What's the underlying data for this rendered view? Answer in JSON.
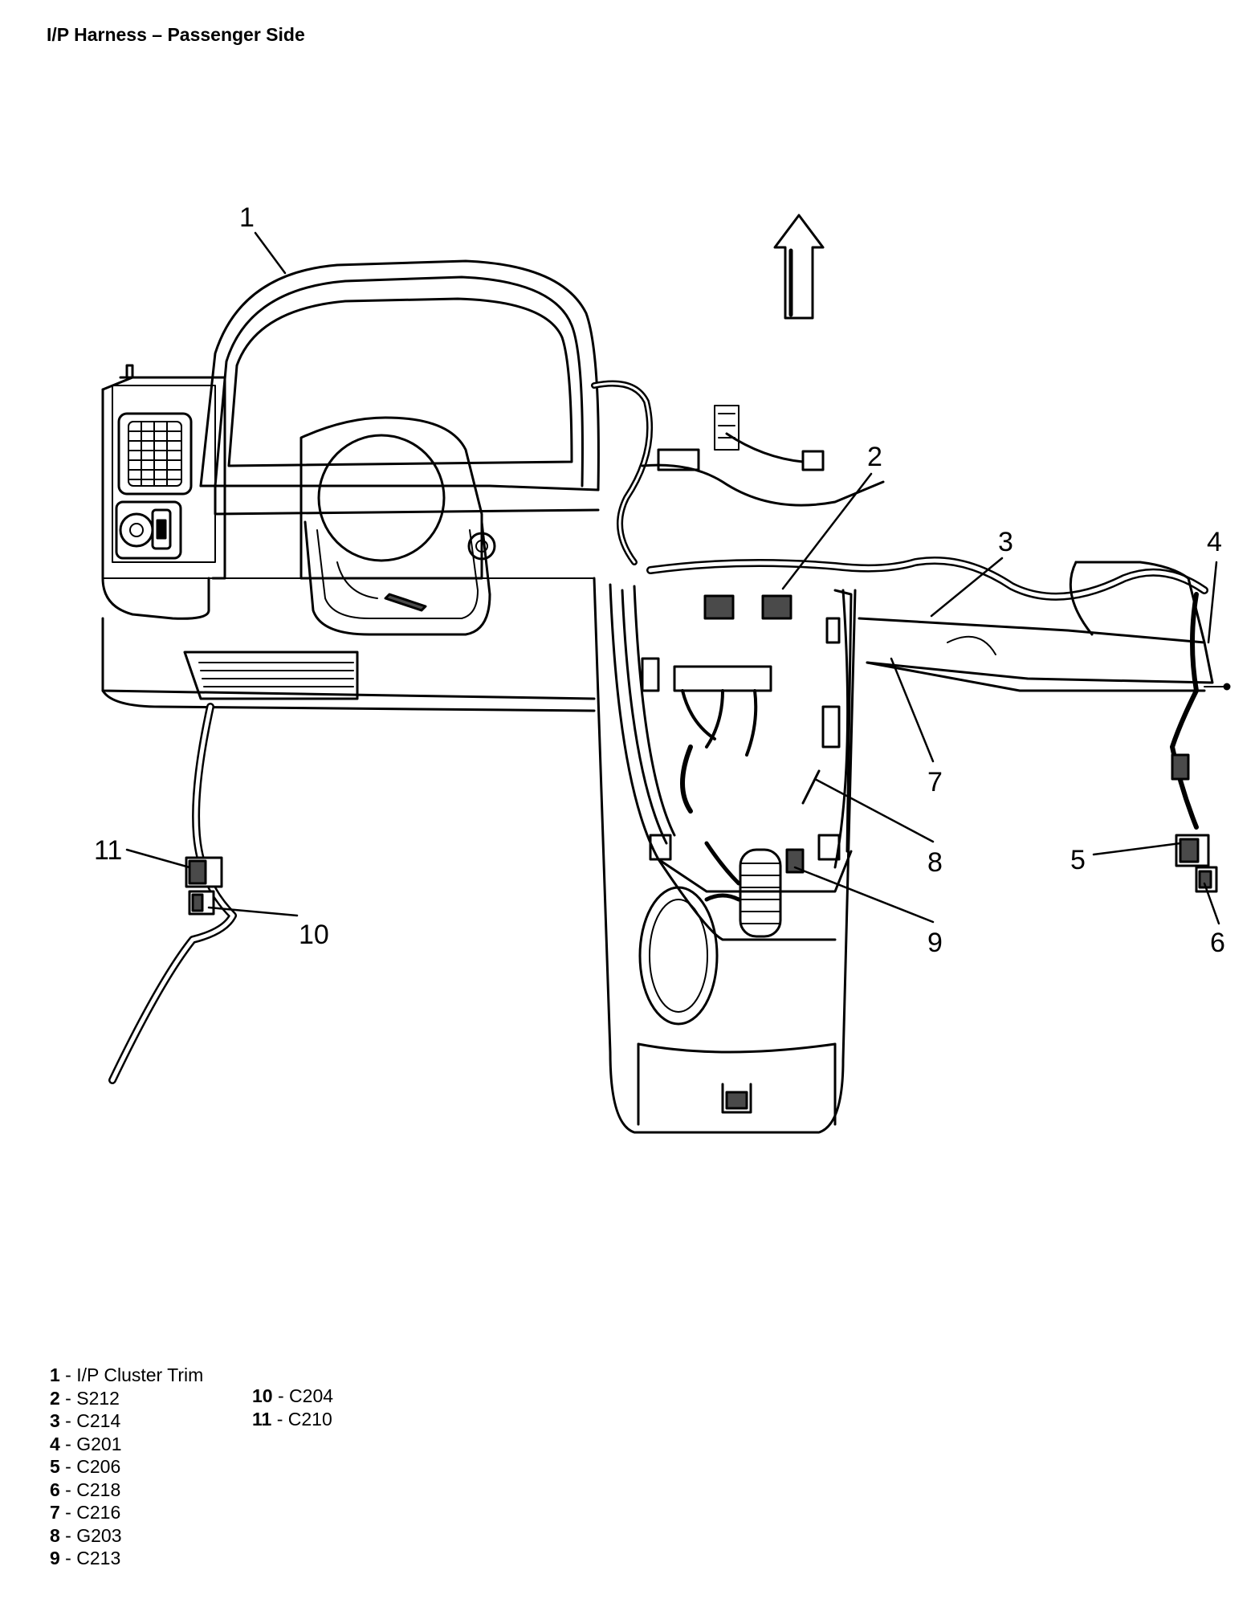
{
  "title": "I/P Harness – Passenger Side",
  "callouts": [
    {
      "num": "1"
    },
    {
      "num": "2"
    },
    {
      "num": "3"
    },
    {
      "num": "4"
    },
    {
      "num": "5"
    },
    {
      "num": "6"
    },
    {
      "num": "7"
    },
    {
      "num": "8"
    },
    {
      "num": "9"
    },
    {
      "num": "10"
    },
    {
      "num": "11"
    }
  ],
  "legend": {
    "col1": [
      {
        "num": "1",
        "sep": " - ",
        "label": "I/P Cluster Trim"
      },
      {
        "num": "2",
        "sep": " - ",
        "label": "S212"
      },
      {
        "num": "3",
        "sep": " - ",
        "label": "C214"
      },
      {
        "num": "4",
        "sep": " - ",
        "label": "G201"
      },
      {
        "num": "5",
        "sep": " - ",
        "label": "C206"
      },
      {
        "num": "6",
        "sep": " - ",
        "label": "C218"
      },
      {
        "num": "7",
        "sep": " - ",
        "label": "C216"
      },
      {
        "num": "8",
        "sep": " - ",
        "label": "G203"
      },
      {
        "num": "9",
        "sep": " - ",
        "label": "C213"
      }
    ],
    "col2": [
      {
        "num": "10",
        "sep": " - ",
        "label": "C204"
      },
      {
        "num": "11",
        "sep": " - ",
        "label": "C210"
      }
    ]
  },
  "colors": {
    "line": "#000000",
    "background": "#ffffff",
    "shade": "#4a4a4a"
  },
  "icons": {
    "direction": "up-arrow-icon"
  }
}
